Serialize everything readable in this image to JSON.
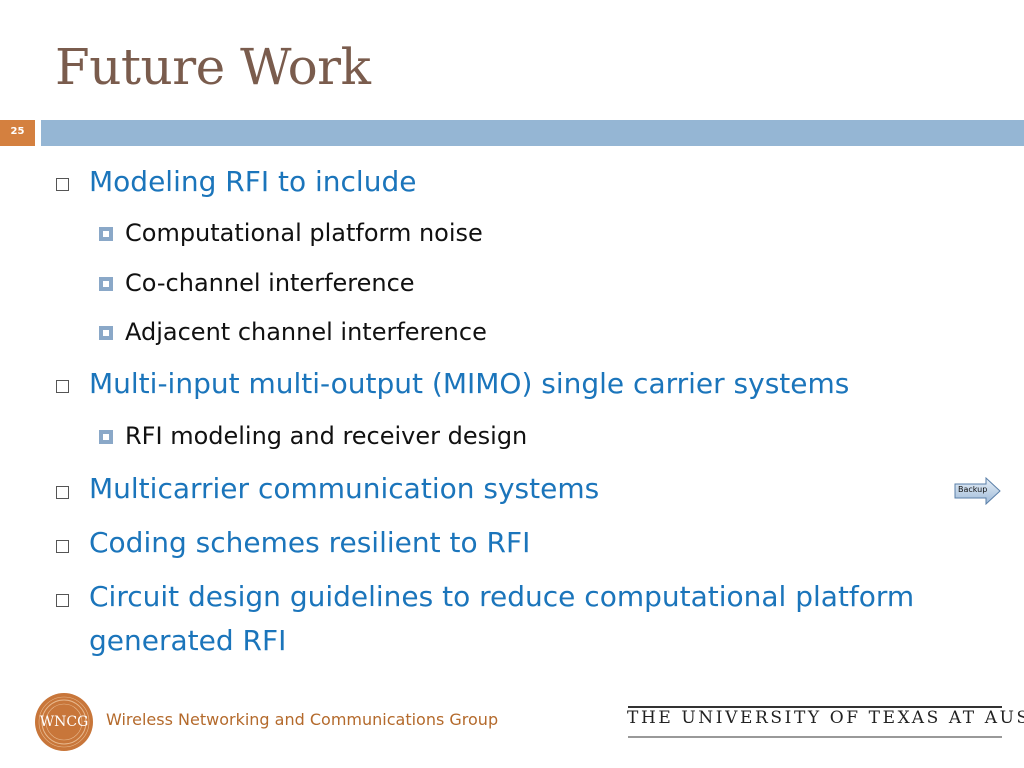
{
  "slide": {
    "title": "Future Work",
    "number": "25"
  },
  "bullets": [
    {
      "text": "Modeling RFI to include",
      "sub": [
        "Computational platform noise",
        "Co-channel interference",
        "Adjacent channel interference"
      ]
    },
    {
      "text": "Multi-input multi-output (MIMO) single carrier systems",
      "sub": [
        "RFI modeling and receiver design"
      ]
    },
    {
      "text": "Multicarrier communication systems",
      "sub": []
    },
    {
      "text": "Coding schemes resilient to RFI",
      "sub": []
    },
    {
      "text": "Circuit design guidelines to reduce computational platform generated RFI",
      "sub": []
    }
  ],
  "backup_button": {
    "label": "Backup"
  },
  "footer": {
    "logo_text": "WNCG",
    "group_name": "Wireless Networking and Communications Group",
    "university": "THE UNIVERSITY OF TEXAS AT AUSTIN"
  },
  "colors": {
    "title": "#7a5c4d",
    "bullet_text": "#1b75bb",
    "top_bar": "#95b6d4",
    "slide_number_bg": "#d4803f",
    "logo": "#c8763a"
  }
}
